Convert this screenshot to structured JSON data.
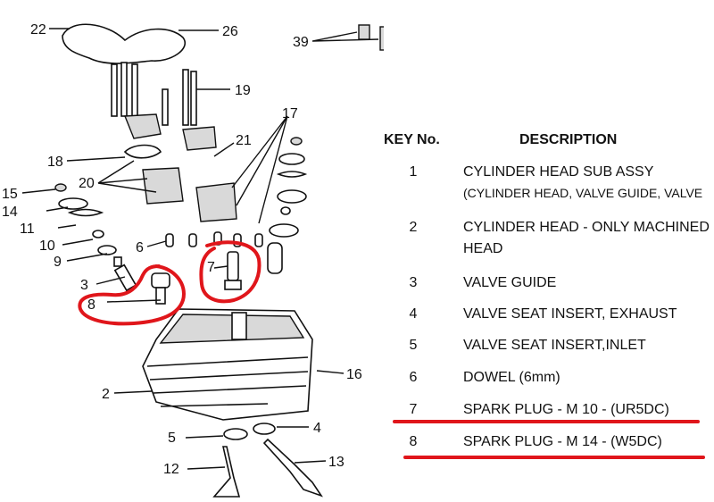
{
  "callouts": {
    "c22": "22",
    "c26": "26",
    "c39": "39",
    "c19": "19",
    "c17": "17",
    "c21": "21",
    "c18": "18",
    "c20": "20",
    "c15": "15",
    "c14": "14",
    "c11": "11",
    "c10": "10",
    "c6": "6",
    "c9": "9",
    "c7": "7",
    "c3": "3",
    "c8": "8",
    "c16": "16",
    "c2": "2",
    "c4": "4",
    "c5": "5",
    "c12": "12",
    "c13": "13"
  },
  "table": {
    "header_key": "KEY No.",
    "header_desc": "DESCRIPTION",
    "rows": [
      {
        "key": "1",
        "desc": "CYLINDER HEAD SUB ASSY",
        "desc2": "(CYLINDER HEAD, VALVE GUIDE, VALVE"
      },
      {
        "key": "2",
        "desc": "CYLINDER HEAD - ONLY MACHINED",
        "desc2": "HEAD"
      },
      {
        "key": "3",
        "desc": "VALVE GUIDE"
      },
      {
        "key": "4",
        "desc": "VALVE SEAT INSERT, EXHAUST"
      },
      {
        "key": "5",
        "desc": "VALVE SEAT INSERT,INLET"
      },
      {
        "key": "6",
        "desc": "DOWEL (6mm)"
      },
      {
        "key": "7",
        "desc": "SPARK PLUG - M 10 - (UR5DC)"
      },
      {
        "key": "8",
        "desc": "SPARK PLUG - M 14 - (W5DC)"
      }
    ]
  },
  "colors": {
    "highlight": "#e0161b",
    "ink": "#111111"
  }
}
